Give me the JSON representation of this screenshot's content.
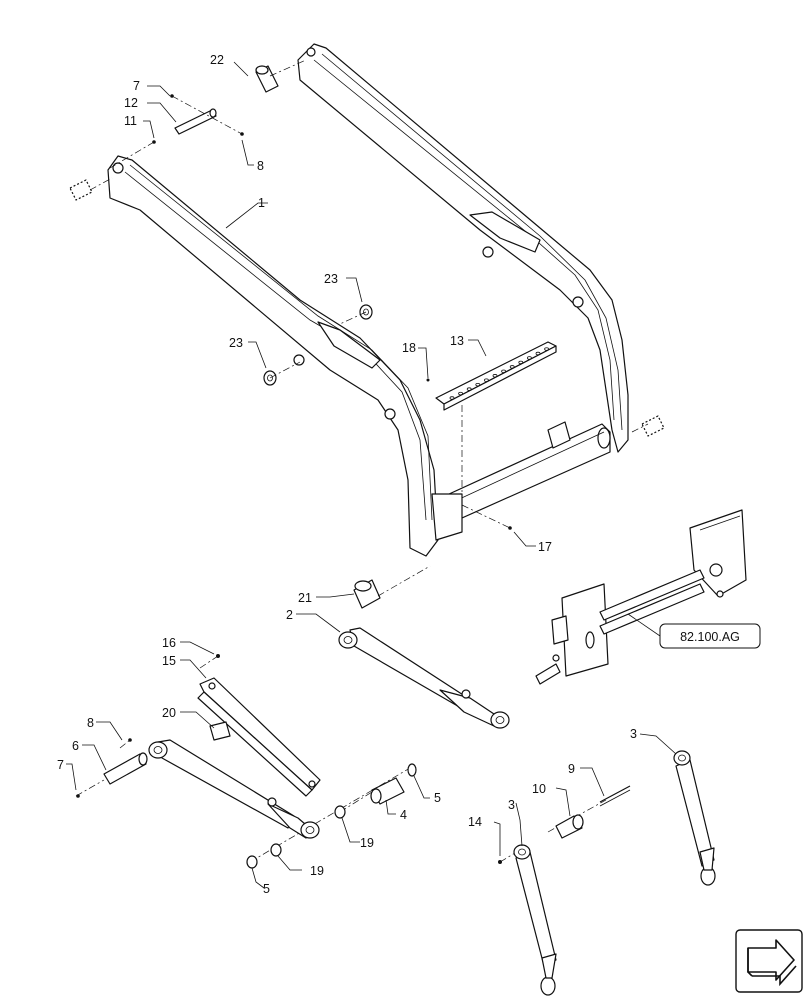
{
  "diagram": {
    "callouts": {
      "c1": "1",
      "c2": "2",
      "c3a": "3",
      "c3b": "3",
      "c4": "4",
      "c5a": "5",
      "c5b": "5",
      "c6": "6",
      "c7a": "7",
      "c7b": "7",
      "c8a": "8",
      "c8b": "8",
      "c9": "9",
      "c10": "10",
      "c11": "11",
      "c12": "12",
      "c13": "13",
      "c14": "14",
      "c15": "15",
      "c16": "16",
      "c17": "17",
      "c18": "18",
      "c19a": "19",
      "c19b": "19",
      "c20": "20",
      "c21": "21",
      "c22": "22",
      "c23a": "23",
      "c23b": "23"
    },
    "reference_label": "82.100.AG",
    "nav_icon": "next-page-arrow-icon"
  }
}
